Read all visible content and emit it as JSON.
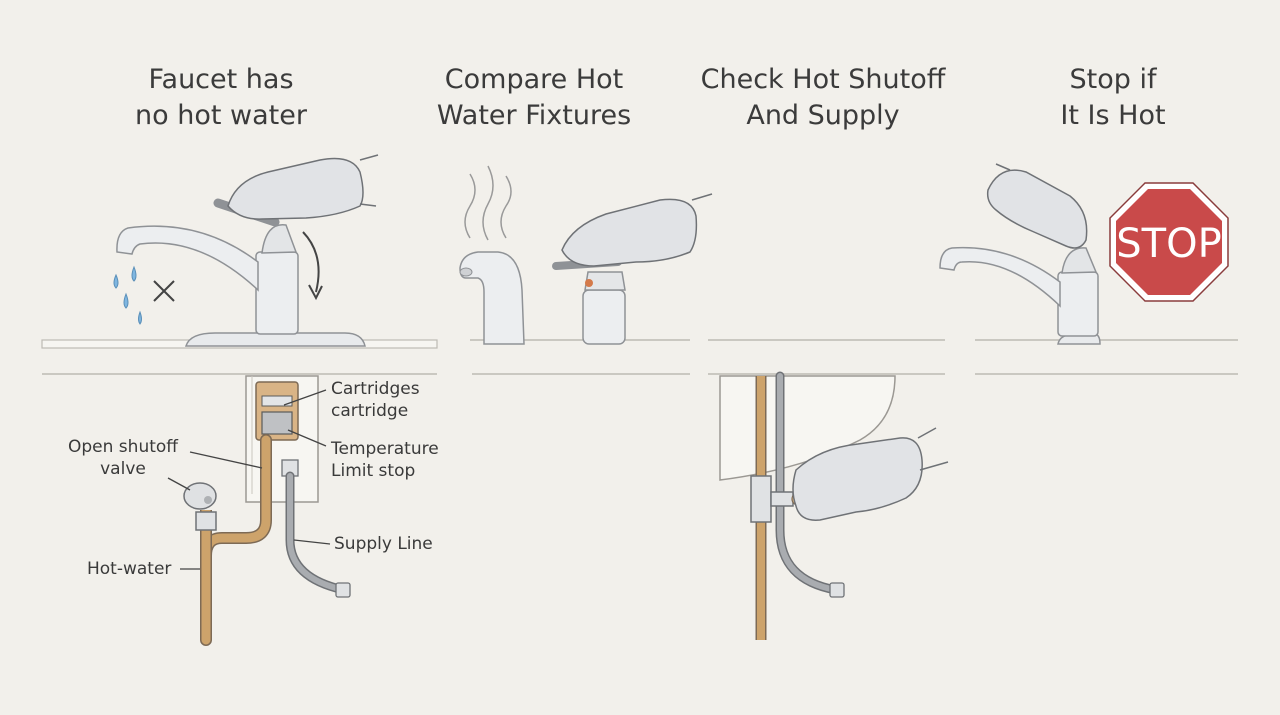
{
  "panels": [
    {
      "title_line1": "Faucet has",
      "title_line2": "no hot water"
    },
    {
      "title_line1": "Compare Hot",
      "title_line2": "Water Fixtures"
    },
    {
      "title_line1": "Check Hot Shutoff",
      "title_line2": "And Supply"
    },
    {
      "title_line1": "Stop if",
      "title_line2": "It Is Hot"
    }
  ],
  "labels": {
    "cartridge_line1": "Cartridges",
    "cartridge_line2": "cartridge",
    "temp_line1": "Temperature",
    "temp_line2": "Limit stop",
    "shutoff_line1": "Open shutoff",
    "shutoff_line2": "valve",
    "supply_line": "Supply Line",
    "hot_water": "Hot-water"
  },
  "sign": {
    "text": "STOP"
  },
  "icons": [
    "water-drops-icon",
    "x-mark-icon",
    "down-arrow-icon",
    "steam-icon",
    "gloved-hand-icon",
    "stop-sign-icon"
  ],
  "colors": {
    "background": "#f2f0eb",
    "pipe": "#c9a06a",
    "stop_red": "#c94a4a",
    "chrome": "#e6e8ea",
    "water": "#7fb6e0"
  }
}
